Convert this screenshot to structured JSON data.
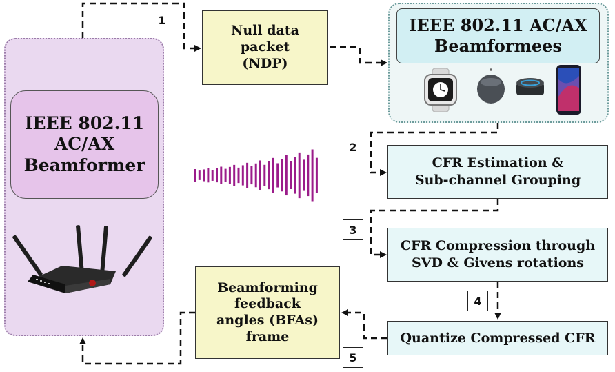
{
  "beamformer": {
    "lines": [
      "IEEE 802.11",
      "AC/AX",
      "Beamformer"
    ]
  },
  "beamformees": {
    "lines": [
      "IEEE 802.11 AC/AX",
      "Beamformees"
    ]
  },
  "ndp": {
    "lines": [
      "Null data",
      "packet",
      "(NDP)"
    ]
  },
  "bfa": {
    "lines": [
      "Beamforming",
      "feedback",
      "angles (BFAs)",
      "frame"
    ]
  },
  "cfr_estimation": {
    "lines": [
      "CFR Estimation &",
      "Sub-channel Grouping"
    ]
  },
  "cfr_compression": {
    "lines": [
      "CFR Compression through",
      "SVD & Givens rotations"
    ]
  },
  "quantize": {
    "label": "Quantize Compressed CFR"
  },
  "steps": [
    "1",
    "2",
    "3",
    "4",
    "5"
  ],
  "devices": [
    "smartwatch-icon",
    "smart-speaker-icon",
    "echo-dot-icon",
    "smartphone-icon",
    "router-icon"
  ],
  "colors": {
    "beamformer_panel": "#ead9f0",
    "beamformer_box": "#e6c4ea",
    "beamformees_box": "#d2eff3",
    "yellow_box": "#f7f6c9",
    "cyan_box": "#e7f7f8",
    "signal": "#9b1c8a"
  }
}
